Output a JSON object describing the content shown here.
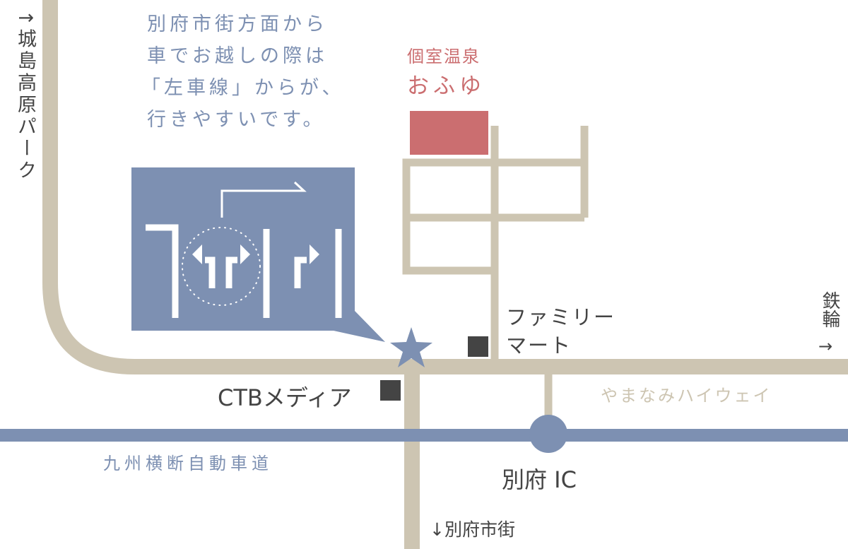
{
  "colors": {
    "road": "#cdc5b2",
    "highway": "#7d90b2",
    "hotel": "#cb6e70",
    "landmark": "#444444"
  },
  "directions": {
    "north": "↑城島高原パーク",
    "east_arrow_text": "鉄輪",
    "east_arrow": "→",
    "south": "↓別府市街"
  },
  "note": {
    "lines": [
      "別府市街方面から",
      "車でお越しの際は",
      "「左車線」からが、",
      "行きやすいです。"
    ]
  },
  "hotel": {
    "line1": "個室温泉",
    "line2": "おふゆ"
  },
  "landmarks": {
    "family_mart_line1": "ファミリー",
    "family_mart_line2": "マート",
    "ctb_media": "CTBメディア"
  },
  "roads": {
    "yamanami": "やまなみハイウェイ",
    "expressway": "九州横断自動車道",
    "interchange": "別府 IC"
  }
}
